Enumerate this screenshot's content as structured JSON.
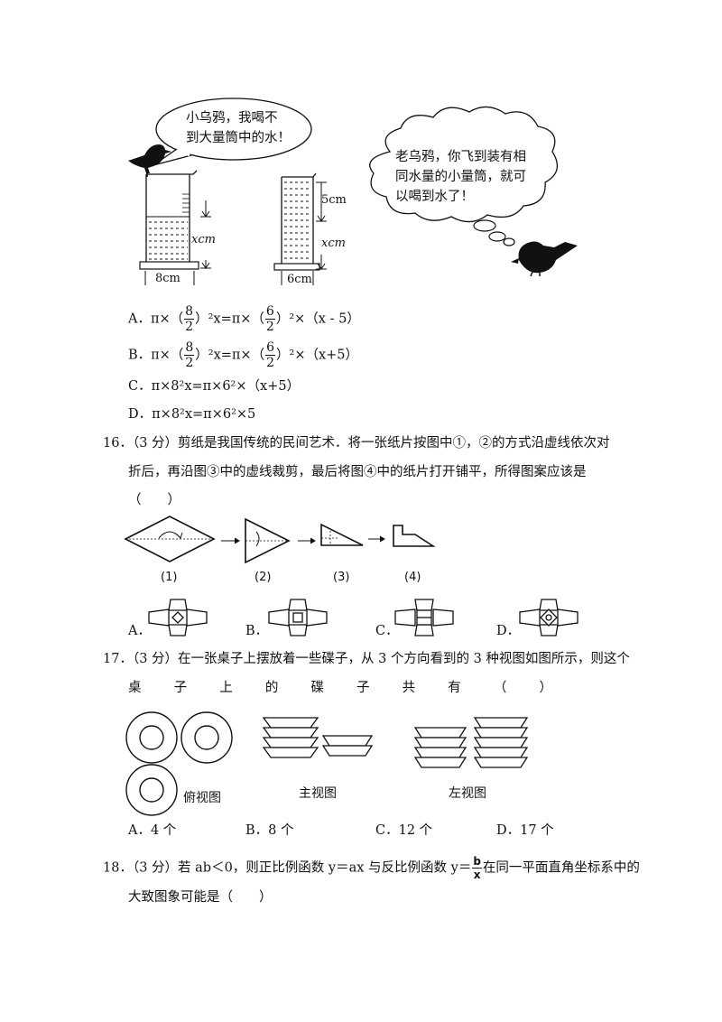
{
  "q15": {
    "bubble_left": [
      "小乌鸦，我喝不",
      "到大量筒中的水！"
    ],
    "bubble_right": [
      "老乌鸦，你飞到装有相",
      "同水量的小量筒，就可",
      "以喝到水了！"
    ],
    "cyl_left_height": "xcm",
    "cyl_left_width": "8cm",
    "cyl_right_top": "5cm",
    "cyl_right_height": "xcm",
    "cyl_right_width": "6cm",
    "options": {
      "A": {
        "label": "A．",
        "p1": "π×（",
        "n1": "8",
        "d1": "2",
        "p2": "）²x=π×（",
        "n2": "6",
        "d2": "2",
        "p3": "）²×（x - 5）"
      },
      "B": {
        "label": "B．",
        "p1": "π×（",
        "n1": "8",
        "d1": "2",
        "p2": "）²x=π×（",
        "n2": "6",
        "d2": "2",
        "p3": "）²×（x+5）"
      },
      "C": {
        "label": "C．",
        "text": "π×8²x=π×6²×（x+5）"
      },
      "D": {
        "label": "D．",
        "text": "π×8²x=π×6²×5"
      }
    }
  },
  "q16": {
    "line1": "16．（3 分）剪纸是我国传统的民间艺术．将一张纸片按图中①，②的方式沿虚线依次对",
    "line2": "折后，再沿图③中的虚线裁剪，最后将图④中的纸片打开铺平，所得图案应该是",
    "line3": "（　　）",
    "fig_labels": [
      "(1)",
      "(2)",
      "(3)",
      "(4)"
    ],
    "option_labels": [
      "A．",
      "B．",
      "C．",
      "D．"
    ]
  },
  "q17": {
    "line1": "17．（3 分）在一张桌子上摆放着一些碟子，从 3 个方向看到的 3 种视图如图所示，则这个",
    "line2_chars": [
      "桌",
      "子",
      "上",
      "的",
      "碟",
      "子",
      "共",
      "有",
      "（",
      "）"
    ],
    "view_top": "俯视图",
    "view_front": "主视图",
    "view_left": "左视图",
    "options": [
      "A．4 个",
      "B．8 个",
      "C．12 个",
      "D．17 个"
    ]
  },
  "q18": {
    "line1_pre": "18．（3 分）若 ab＜0，则正比例函数 y＝ax 与反比例函数 y＝",
    "frac_num": "b",
    "frac_den": "x",
    "line1_post": "在同一平面直角坐标系中的",
    "line2": "大致图象可能是（　　）"
  }
}
